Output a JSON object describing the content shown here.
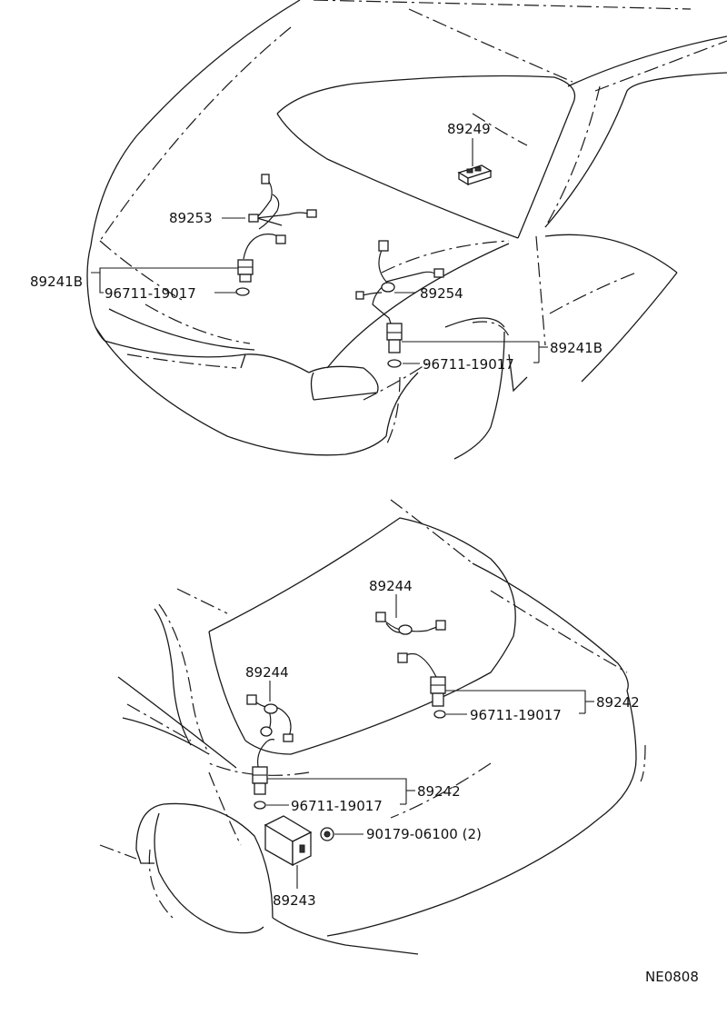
{
  "top_view": {
    "labels": {
      "p89249": "89249",
      "p89253": "89253",
      "p89241b_left": "89241B",
      "p96711_left": "96711-19017",
      "p89254": "89254",
      "p89241b_right": "89241B",
      "p96711_right": "96711-19017"
    }
  },
  "bottom_view": {
    "labels": {
      "p89244_upper": "89244",
      "p89244_lower": "89244",
      "p96711_upper": "96711-19017",
      "p89242_upper": "89242",
      "p96711_lower": "96711-19017",
      "p89242_lower": "89242",
      "p90179": "90179-06100 (2)",
      "p89243": "89243"
    }
  },
  "footer": {
    "code": "NE0808"
  }
}
